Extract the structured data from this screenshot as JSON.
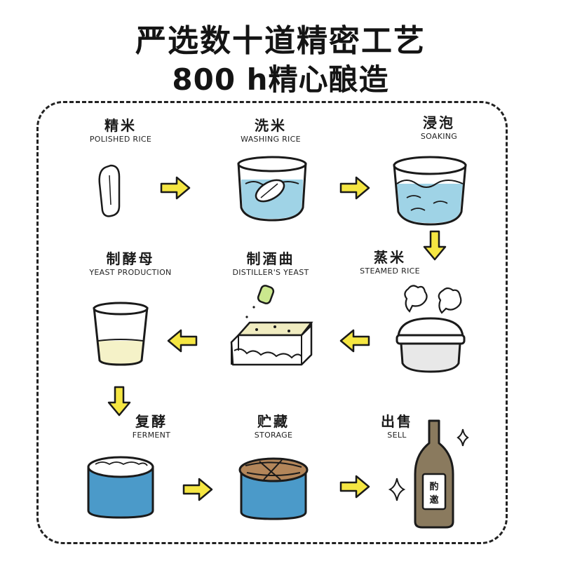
{
  "header": {
    "title_line1": "严选数十道精密工艺",
    "title_line2": "800 h精心酿造"
  },
  "steps": [
    {
      "cn": "精米",
      "en": "POLISHED RICE"
    },
    {
      "cn": "洗米",
      "en": "WASHING RICE"
    },
    {
      "cn": "浸泡",
      "en": "SOAKING"
    },
    {
      "cn": "制酵母",
      "en": "YEAST PRODUCTION"
    },
    {
      "cn": "制酒曲",
      "en": "DISTILLER'S YEAST"
    },
    {
      "cn": "蒸米",
      "en": "STEAMED RICE"
    },
    {
      "cn": "复酵",
      "en": "FERMENT"
    },
    {
      "cn": "贮藏",
      "en": "STORAGE"
    },
    {
      "cn": "出售",
      "en": "SELL"
    }
  ],
  "bottle_label": "酌邀",
  "colors": {
    "arrow": "#f5e642",
    "water": "#9fd3e6",
    "tank": "#4b9ac9",
    "yeast": "#f5f2c8",
    "koji": "#f0ecc0",
    "sprout": "#cbe88e",
    "lid": "#b3865a",
    "bottle": "#8a7a5e",
    "outline": "#1a1a1a"
  }
}
